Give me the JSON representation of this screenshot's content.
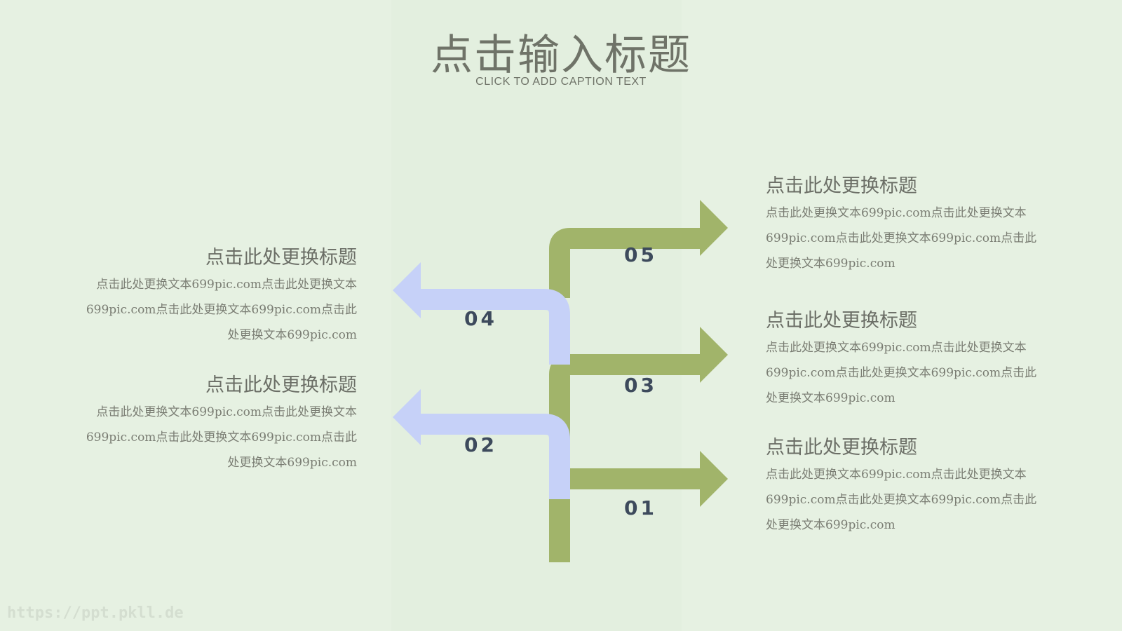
{
  "header": {
    "title": "点击输入标题",
    "subtitle": "CLICK TO ADD CAPTION TEXT"
  },
  "colors": {
    "background": "#e6f1e2",
    "green_arrow": "#a1b46a",
    "blue_arrow": "#c6d1f8",
    "number_text": "#3d4a5c"
  },
  "steps": [
    {
      "number": "01",
      "direction": "right",
      "title": "点击此处更换标题",
      "body": "点击此处更换文本699pic.com点击此处更换文本699pic.com点击此处更换文本699pic.com点击此处更换文本699pic.com"
    },
    {
      "number": "02",
      "direction": "left",
      "title": "点击此处更换标题",
      "body": "点击此处更换文本699pic.com点击此处更换文本699pic.com点击此处更换文本699pic.com点击此处更换文本699pic.com"
    },
    {
      "number": "03",
      "direction": "right",
      "title": "点击此处更换标题",
      "body": "点击此处更换文本699pic.com点击此处更换文本699pic.com点击此处更换文本699pic.com点击此处更换文本699pic.com"
    },
    {
      "number": "04",
      "direction": "left",
      "title": "点击此处更换标题",
      "body": "点击此处更换文本699pic.com点击此处更换文本699pic.com点击此处更换文本699pic.com点击此处更换文本699pic.com"
    },
    {
      "number": "05",
      "direction": "right",
      "title": "点击此处更换标题",
      "body": "点击此处更换文本699pic.com点击此处更换文本699pic.com点击此处更换文本699pic.com点击此处更换文本699pic.com"
    }
  ],
  "watermark": "https://ppt.pkll.de"
}
